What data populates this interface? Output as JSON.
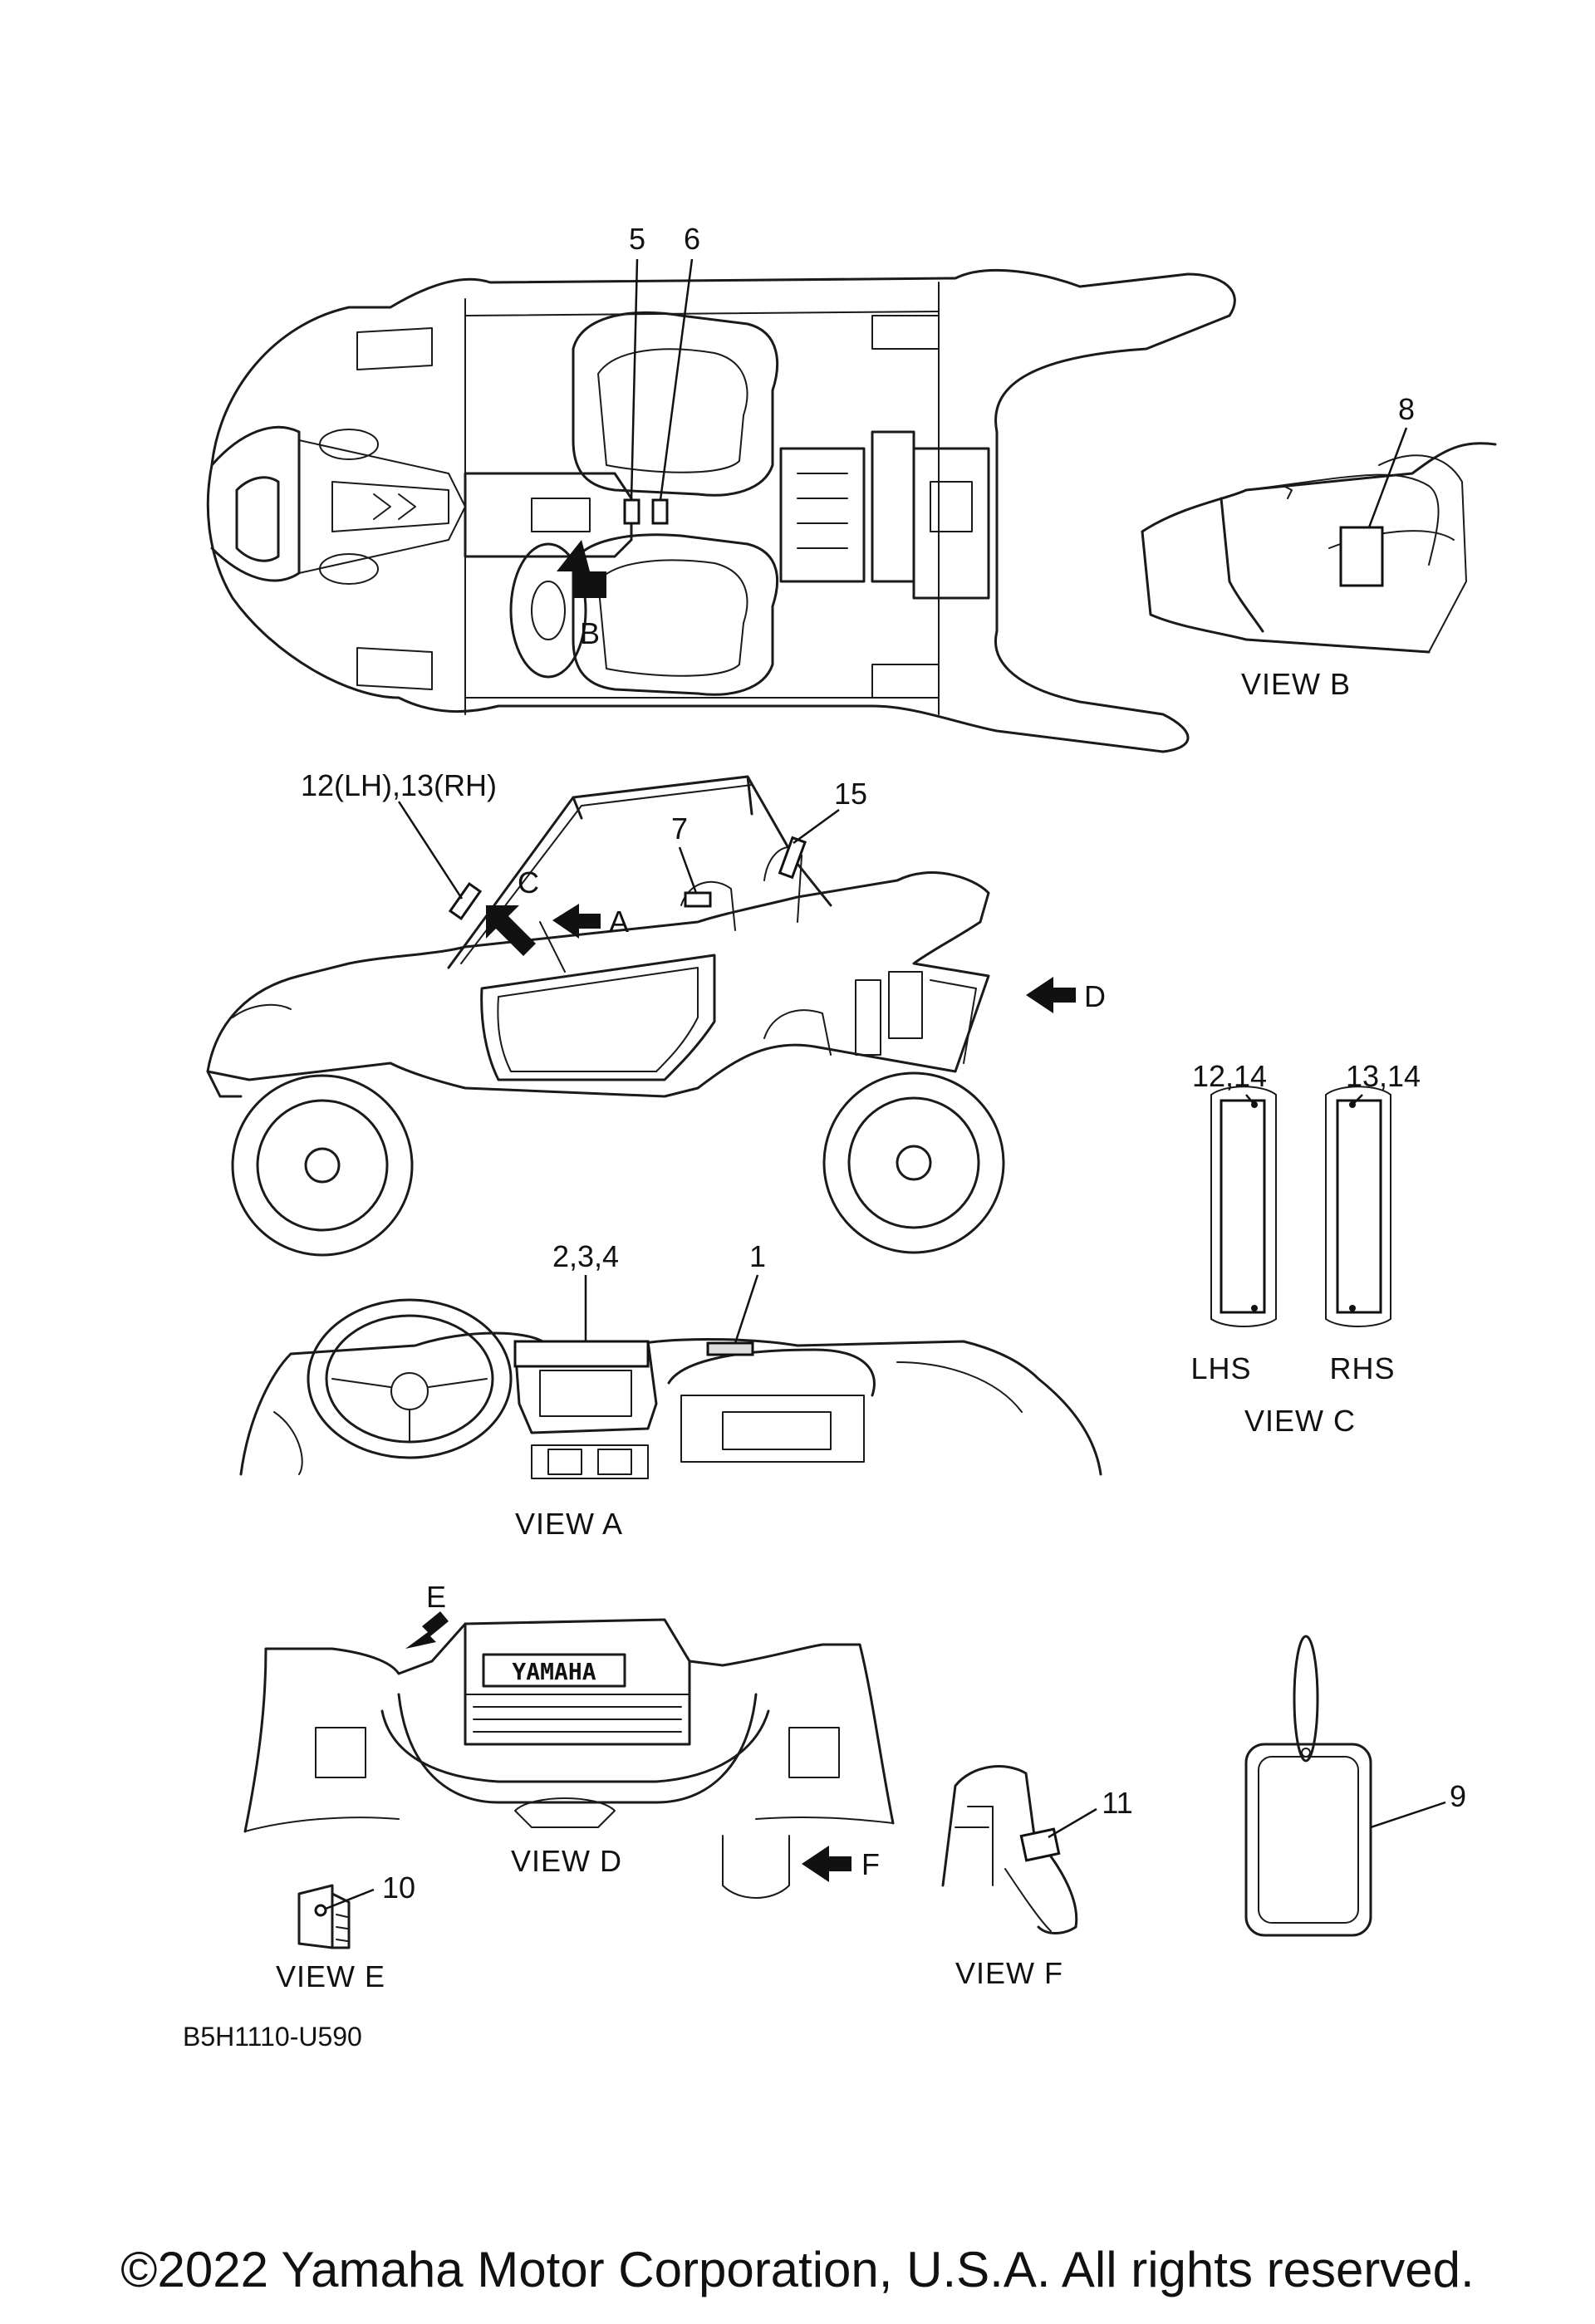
{
  "callouts": {
    "c1": "1",
    "c234": "2,3,4",
    "c5": "5",
    "c6": "6",
    "c7": "7",
    "c8": "8",
    "c9": "9",
    "c10": "10",
    "c11": "11",
    "c1213": "12(LH),13(RH)",
    "c1214": "12,14",
    "c1314": "13,14",
    "c15": "15"
  },
  "view_markers": {
    "a": "A",
    "b": "B",
    "c": "C",
    "d": "D",
    "e": "E",
    "f": "F"
  },
  "view_titles": {
    "a": "VIEW A",
    "b": "VIEW B",
    "c": "VIEW C",
    "d": "VIEW D",
    "e": "VIEW E",
    "f": "VIEW F"
  },
  "side_labels": {
    "lhs": "LHS",
    "rhs": "RHS"
  },
  "brand_on_hood": "YAMAHA",
  "diagram_code": "B5H1110-U590",
  "copyright": "©2022 Yamaha Motor Corporation, U.S.A. All rights reserved."
}
